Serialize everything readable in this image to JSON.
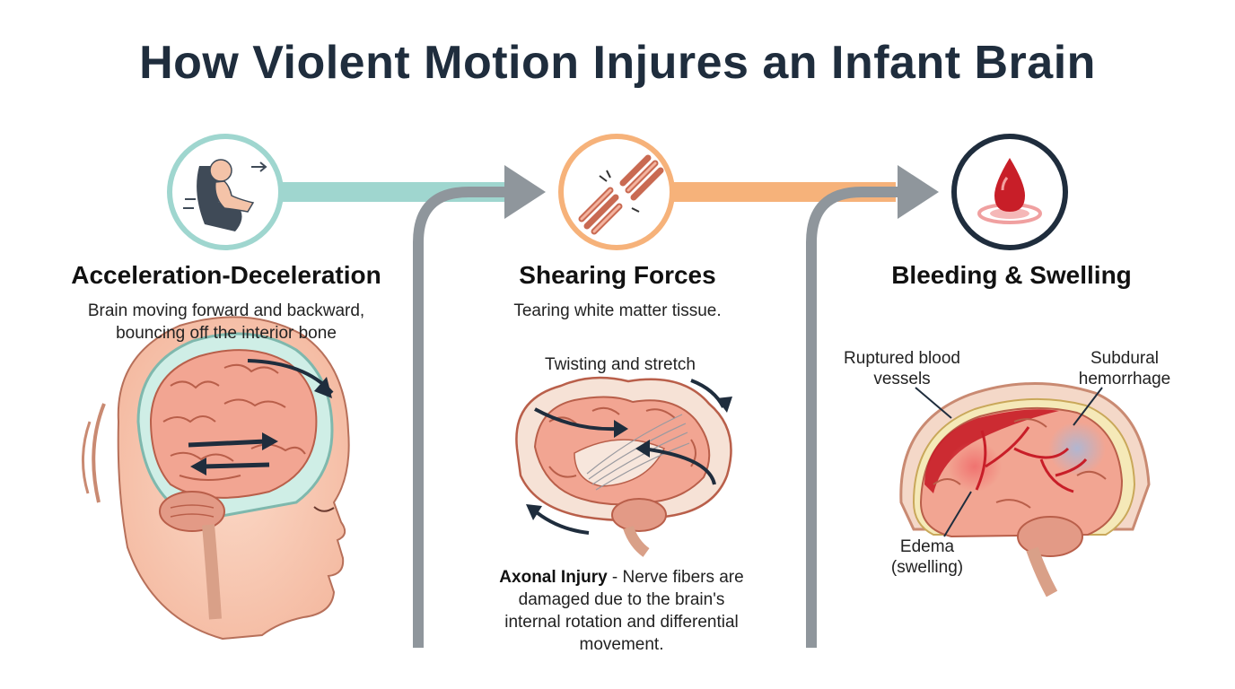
{
  "title": "How Violent Motion Injures an Infant Brain",
  "colors": {
    "title": "#1f2d3d",
    "teal": "#9fd6cf",
    "orange": "#f6b27a",
    "gray_arrow": "#8f969c",
    "navy": "#1f2d3d",
    "brain_pink": "#f2a592",
    "blood_red": "#c81e28"
  },
  "steps": [
    {
      "icon": "car-seat-icon",
      "heading": "Acceleration-Deceleration",
      "description": "Brain moving forward and backward, bouncing off the interior bone"
    },
    {
      "icon": "torn-fibers-icon",
      "heading": "Shearing Forces",
      "description": "Tearing white matter tissue.",
      "illustration_label": "Twisting and stretch",
      "note_bold": "Axonal Injury",
      "note_text": " - Nerve fibers are damaged due to the brain's internal rotation and differential movement."
    },
    {
      "icon": "blood-drop-icon",
      "heading": "Bleeding & Swelling",
      "labels": {
        "vessels": "Ruptured blood vessels",
        "subdural": "Subdural hemorrhage",
        "edema": "Edema (swelling)"
      }
    }
  ]
}
